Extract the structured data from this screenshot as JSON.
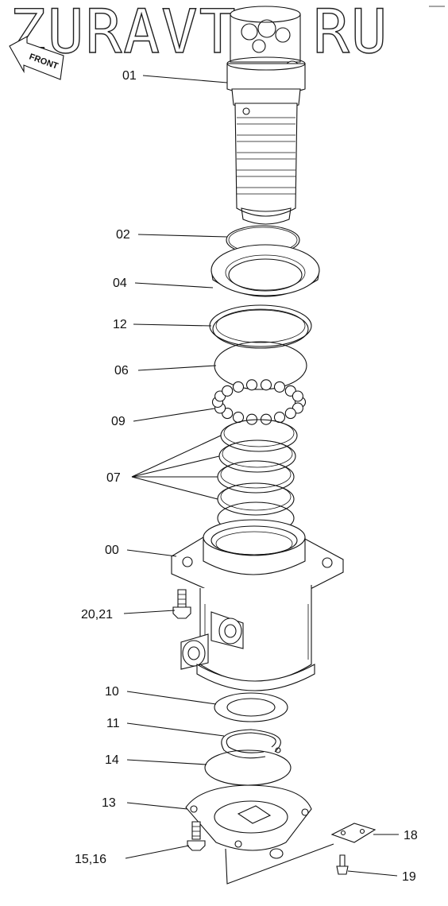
{
  "watermark": "ZURAVTO.RU",
  "front_label": "FRONT",
  "callouts": {
    "p01": "01",
    "p02": "02",
    "p04": "04",
    "p12": "12",
    "p06": "06",
    "p09": "09",
    "p07": "07",
    "p00": "00",
    "p20": "20,21",
    "p10": "10",
    "p11": "11",
    "p14": "14",
    "p13": "13",
    "p15": "15,16",
    "p18": "18",
    "p19": "19"
  }
}
